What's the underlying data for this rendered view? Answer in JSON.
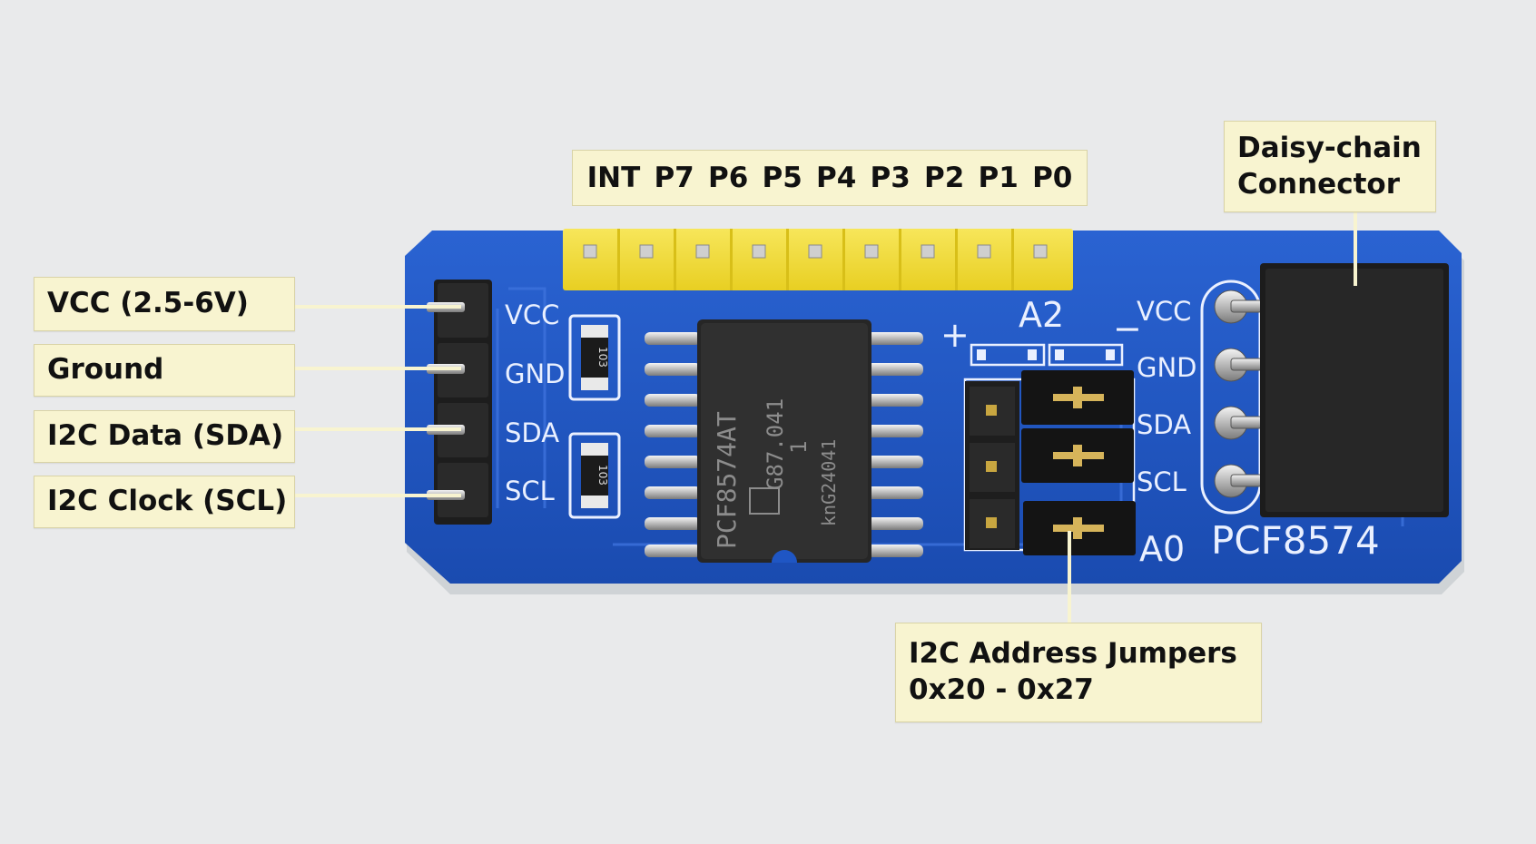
{
  "labels": {
    "pin_row": [
      "INT",
      "P7",
      "P6",
      "P5",
      "P4",
      "P3",
      "P2",
      "P1",
      "P0"
    ],
    "vcc": "VCC (2.5-6V)",
    "ground": "Ground",
    "sda": "I2C Data (SDA)",
    "scl": "I2C Clock (SCL)",
    "daisy_line1": "Daisy-chain",
    "daisy_line2": "Connector",
    "address_line1": "I2C Address Jumpers",
    "address_line2": "0x20 - 0x27"
  },
  "silkscreen": {
    "left_pins": [
      "VCC",
      "GND",
      "SDA",
      "SCL"
    ],
    "right_pins": [
      "VCC",
      "GND",
      "SDA",
      "SCL"
    ],
    "a2": "A2",
    "a0": "A0",
    "plus": "+",
    "minus": "−",
    "board_name": "PCF8574",
    "resistor_code": "103"
  },
  "chip": {
    "line1": "PCF8574AT",
    "line2": "G87.041",
    "line3": "1",
    "line4": "knG24041"
  },
  "colors": {
    "board": "#1f56c4",
    "header_yellow": "#f2dc3a",
    "callout_bg": "#f8f4d0"
  }
}
